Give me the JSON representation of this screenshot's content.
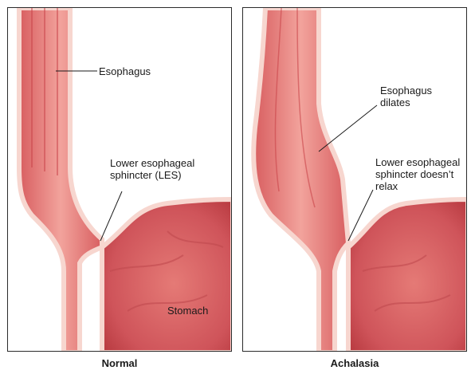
{
  "normal": {
    "caption": "Normal",
    "labels": {
      "esophagus": "Esophagus",
      "les_line1": "Lower esophageal",
      "les_line2": "sphincter (LES)",
      "stomach": "Stomach"
    }
  },
  "achalasia": {
    "caption": "Achalasia",
    "labels": {
      "dilates_line1": "Esophagus",
      "dilates_line2": "dilates",
      "les_line1": "Lower esophageal",
      "les_line2": "sphincter doesn’t",
      "les_line3": "relax"
    }
  },
  "colors": {
    "tissue": "#e26a6a",
    "tissue_light": "#f3a8a2",
    "tissue_dark": "#c9454a",
    "wall": "#f7d6cf",
    "stomach_dark": "#b7393f",
    "border": "#2b2b2b"
  }
}
